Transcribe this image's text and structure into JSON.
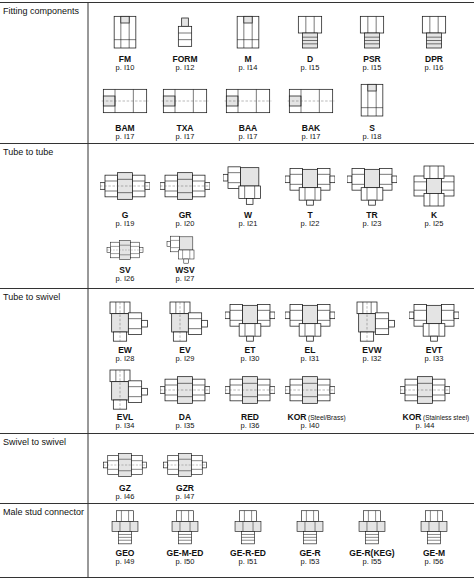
{
  "diagram": {
    "nodes": [
      {
        "text": [
          "Fitting components"
        ]
      },
      {
        "text": [
          "Tube to tube"
        ]
      },
      {
        "text": [
          "Tube to swivel"
        ]
      },
      {
        "text": [
          "Swivel to swivel"
        ]
      },
      {
        "text": [
          "Male stud connector"
        ]
      }
    ],
    "labels": [
      "FM",
      "p. I10",
      "FORM",
      "p. I12",
      "M",
      "p. I14",
      "D",
      "p. I15",
      "PSR",
      "p. I15",
      "DPR",
      "p. I16",
      "BAM",
      "p. I17",
      "TXA",
      "p. I17",
      "BAA",
      "p. I17",
      "BAK",
      "p. I17",
      "S",
      "p. I18",
      "G",
      "p. I19",
      "GR",
      "p. I20",
      "W",
      "p. I21",
      "T",
      "p. I22",
      "TR",
      "p. I23",
      "K",
      "p. I25",
      "SV",
      "p. I26",
      "WSV",
      "p. I27",
      "EW",
      "p. I28",
      "EV",
      "p. I29",
      "ET",
      "p. I30",
      "EL",
      "p. I31",
      "EVW",
      "p. I32",
      "EVT",
      "p. I33",
      "EVL",
      "p. I34",
      "DA",
      "p. I35",
      "RED",
      "p. I36",
      "KOR",
      "(Steel/Brass)",
      "p. I40",
      "KOR",
      "(Stainless steel)",
      "p. I44",
      "GZ",
      "p. I46",
      "GZR",
      "p. I47",
      "GEO",
      "p. I49",
      "GE-M-ED",
      "p. I50",
      "GE-R-ED",
      "p. I51",
      "GE-R",
      "p. I53",
      "GE-R(KEG)",
      "p. I55",
      "GE-M",
      "p. I56"
    ]
  }
}
